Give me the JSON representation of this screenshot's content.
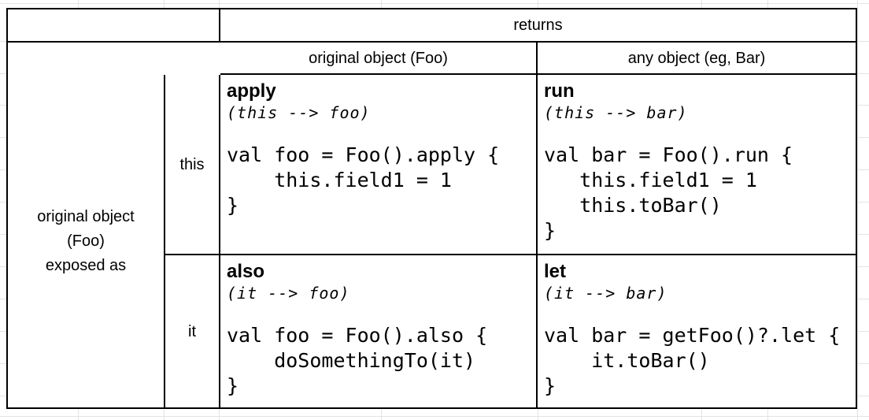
{
  "colors": {
    "background": "#ffffff",
    "table_border": "#000000",
    "gridline": "#e4e4e4",
    "text": "#000000"
  },
  "table": {
    "header": {
      "returns_label": "returns",
      "col_original_object": "original object (Foo)",
      "col_any_object": "any object (eg, Bar)"
    },
    "row_header": {
      "exposed_as_lines": [
        "original object",
        "(Foo)",
        "exposed as"
      ],
      "this_label": "this",
      "it_label": "it"
    },
    "cells": {
      "apply": {
        "title": "apply",
        "annotation": "(this --> foo)",
        "code": "val foo = Foo().apply {\n    this.field1 = 1\n}"
      },
      "run": {
        "title": "run",
        "annotation": "(this --> bar)",
        "code": "val bar = Foo().run {\n   this.field1 = 1\n   this.toBar()\n}"
      },
      "also": {
        "title": "also",
        "annotation": "(it --> foo)",
        "code": "val foo = Foo().also {\n    doSomethingTo(it)\n}"
      },
      "let": {
        "title": "let",
        "annotation": "(it --> bar)",
        "code": "val bar = getFoo()?.let {\n    it.toBar()\n}"
      }
    }
  }
}
